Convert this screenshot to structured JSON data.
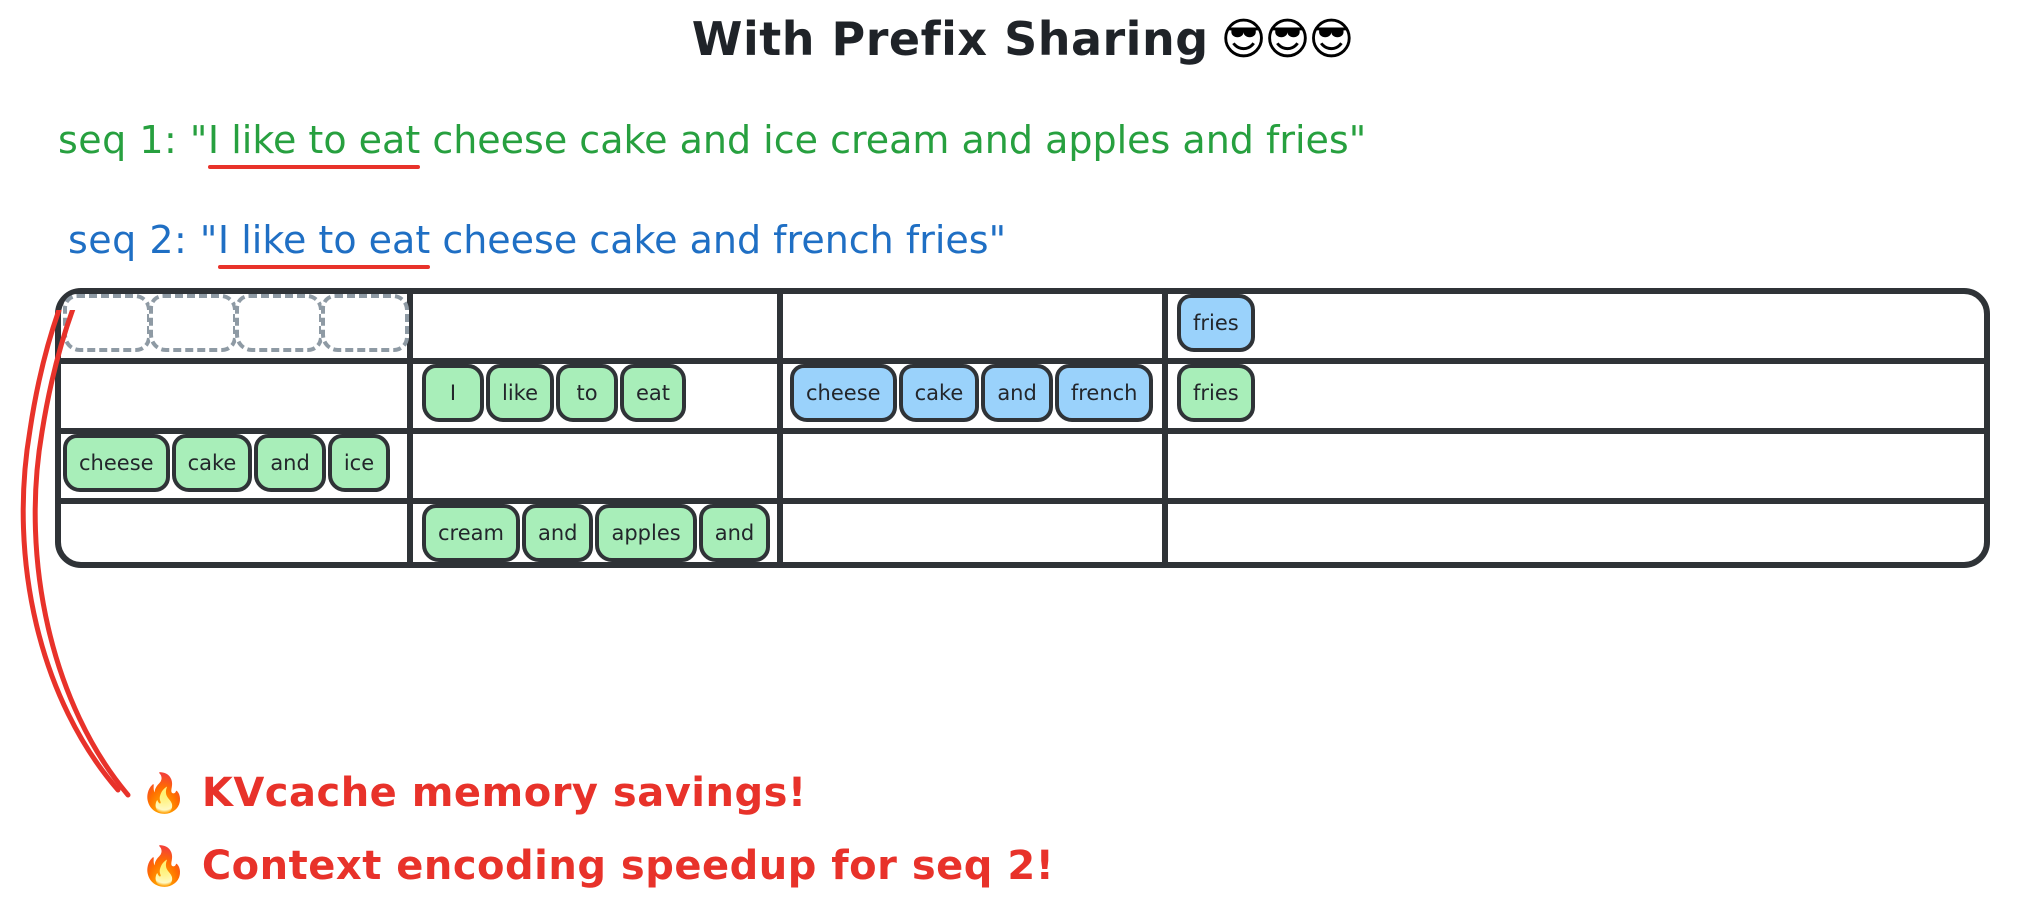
{
  "title": {
    "text": "With Prefix Sharing",
    "emoji": "😎😎😎"
  },
  "sequences": [
    {
      "label": "seq 1: \"",
      "shared_prefix": "I like to eat",
      "rest": " cheese cake and ice cream and apples and fries\"",
      "color": "#27a03f"
    },
    {
      "label": "seq 2: \"",
      "shared_prefix": "I like to eat",
      "rest": " cheese cake and french fries\"",
      "color": "#1f6fc4"
    }
  ],
  "grid": {
    "rows": [
      {
        "cells": [
          {
            "tokens": [
              {
                "text": "",
                "style": "dashed"
              },
              {
                "text": "",
                "style": "dashed"
              },
              {
                "text": "",
                "style": "dashed"
              },
              {
                "text": "",
                "style": "dashed"
              }
            ]
          },
          {
            "tokens": []
          },
          {
            "tokens": []
          },
          {
            "tokens": [
              {
                "text": "fries",
                "style": "blue"
              }
            ]
          }
        ]
      },
      {
        "cells": [
          {
            "tokens": []
          },
          {
            "tokens": [
              {
                "text": "I",
                "style": "green"
              },
              {
                "text": "like",
                "style": "green"
              },
              {
                "text": "to",
                "style": "green"
              },
              {
                "text": "eat",
                "style": "green"
              }
            ]
          },
          {
            "tokens": [
              {
                "text": "cheese",
                "style": "blue"
              },
              {
                "text": "cake",
                "style": "blue"
              },
              {
                "text": "and",
                "style": "blue"
              },
              {
                "text": "french",
                "style": "blue"
              }
            ]
          },
          {
            "tokens": [
              {
                "text": "fries",
                "style": "green"
              }
            ]
          }
        ]
      },
      {
        "cells": [
          {
            "tokens": [
              {
                "text": "cheese",
                "style": "green"
              },
              {
                "text": "cake",
                "style": "green"
              },
              {
                "text": "and",
                "style": "green"
              },
              {
                "text": "ice",
                "style": "green"
              }
            ]
          },
          {
            "tokens": []
          },
          {
            "tokens": []
          },
          {
            "tokens": []
          }
        ]
      },
      {
        "cells": [
          {
            "tokens": []
          },
          {
            "tokens": [
              {
                "text": "cream",
                "style": "green"
              },
              {
                "text": "and",
                "style": "green"
              },
              {
                "text": "apples",
                "style": "green"
              },
              {
                "text": "and",
                "style": "green"
              }
            ]
          },
          {
            "tokens": []
          },
          {
            "tokens": []
          }
        ]
      }
    ]
  },
  "callouts": [
    {
      "emoji": "🔥",
      "text": "KVcache memory savings!"
    },
    {
      "emoji": "🔥",
      "text": "Context encoding speedup for seq 2!"
    }
  ],
  "colors": {
    "green_token": "#a8eeb9",
    "blue_token": "#9ad2fb",
    "grid_stroke": "#2f3337",
    "dashed_stroke": "#8e9aa4",
    "accent_red": "#e8322a",
    "seq1_green": "#27a03f",
    "seq2_blue": "#1f6fc4"
  },
  "arrow": {
    "name": "kvcache-savings-arrow",
    "color": "#e8322a"
  }
}
